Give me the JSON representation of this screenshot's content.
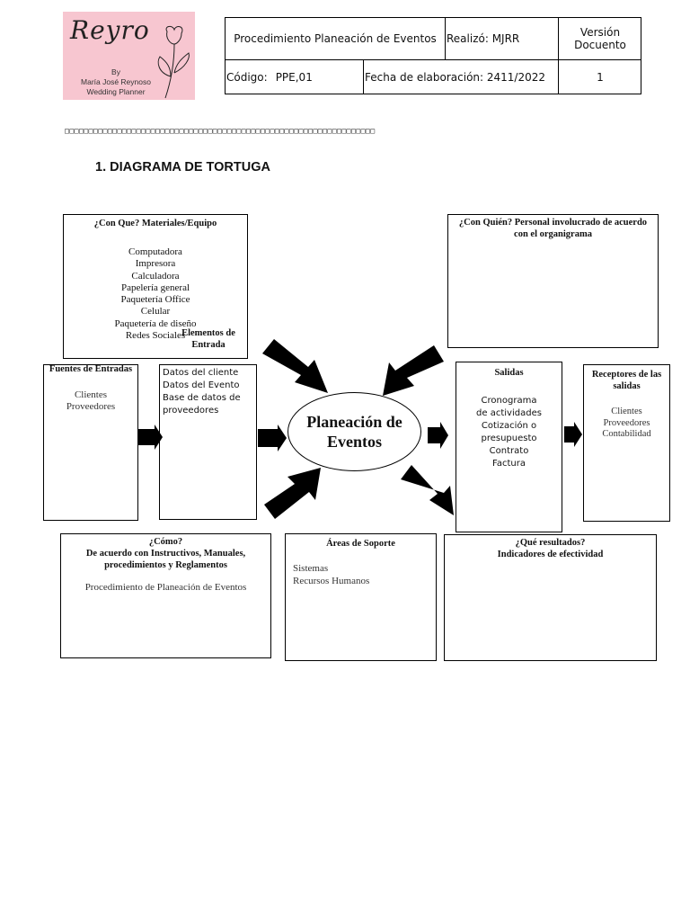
{
  "logo": {
    "script_text": "Reyro",
    "by": "By",
    "name": "María José Reynoso",
    "role": "Wedding Planner"
  },
  "header": {
    "title": "Procedimiento Planeación de Eventos",
    "realizo": "Realizó: MJRR",
    "version_label": "Versión Docuento",
    "codigo_label": "Código:",
    "codigo_value": "PPE,01",
    "fecha": "Fecha de elaboración: 2411/2022",
    "version_value": "1"
  },
  "placeholder_line": "□□□□□□□□□□□□□□□□□□□□□□□□□□□□□□□□□□□□□□□□□□□□□□□□□□□□□□□□□□□□□□□□□",
  "section_title": "1.  DIAGRAMA DE TORTUGA",
  "diagram": {
    "center": "Planeación de Eventos",
    "con_que": {
      "title": "¿Con Que? Materiales/Equipo",
      "items": [
        "Computadora",
        "Impresora",
        "Calculadora",
        "Papelería general",
        "Paquetería Office",
        "Celular",
        "Paquetería de diseño",
        "Redes Sociales"
      ]
    },
    "con_quien": {
      "title": "¿Con Quién? Personal involucrado de acuerdo con el organigrama"
    },
    "elementos_entrada": {
      "title": "Elementos de Entrada",
      "items": [
        "Datos del cliente",
        "Datos del Evento",
        "Base de datos de proveedores"
      ]
    },
    "fuentes_entradas": {
      "title": "Fuentes de Entradas",
      "items": [
        "Clientes",
        "Proveedores"
      ]
    },
    "salidas": {
      "title": "Salidas",
      "items": [
        "Cronograma de actividades",
        "Cotización o presupuesto",
        "Contrato",
        "Factura"
      ]
    },
    "receptores": {
      "title": "Receptores de las salidas",
      "items": [
        "Clientes",
        "Proveedores",
        "Contabilidad"
      ]
    },
    "como": {
      "title": "¿Cómo?",
      "subtitle": "De acuerdo con Instructivos, Manuales, procedimientos y Reglamentos",
      "items": [
        "Procedimiento de Planeación de Eventos"
      ]
    },
    "areas_soporte": {
      "title": "Áreas de Soporte",
      "items": [
        "Sistemas",
        "Recursos Humanos"
      ]
    },
    "resultados": {
      "title": "¿Qué resultados?",
      "subtitle": "Indicadores de efectividad"
    }
  }
}
